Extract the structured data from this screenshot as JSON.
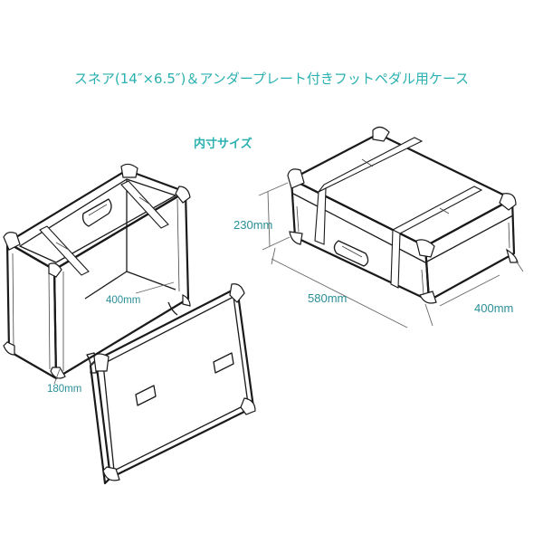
{
  "header": {
    "title": "スネア(14″×6.5″)＆アンダープレート付きフットペダル用ケース",
    "inner_size_label": "内寸サイズ"
  },
  "dimensions": {
    "outer_height": "230mm",
    "outer_width": "580mm",
    "outer_depth": "400mm",
    "inner_width": "400mm",
    "inner_depth": "180mm"
  },
  "colors": {
    "title": "#2bb0b0",
    "dimension_text": "#2a8f96",
    "line": "#1a1a1a"
  }
}
